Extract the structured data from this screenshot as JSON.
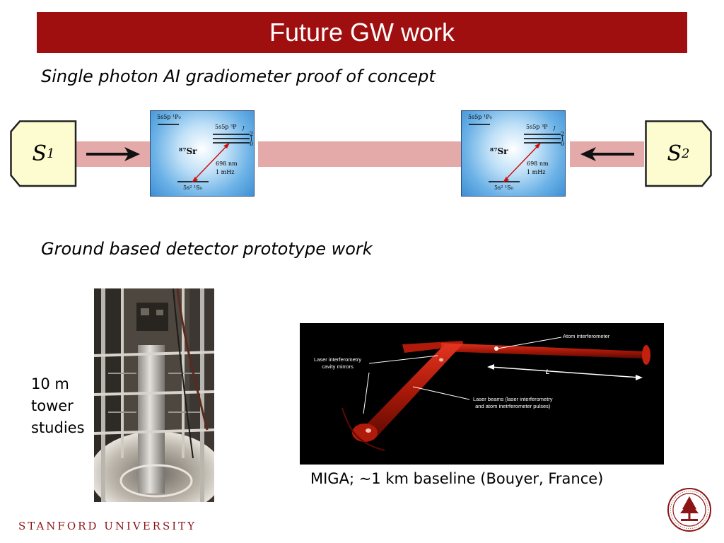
{
  "slide": {
    "title": "Future GW work",
    "subtitle_1": "Single photon AI gradiometer proof of concept",
    "subtitle_2": "Ground based detector prototype work"
  },
  "sources": {
    "left": {
      "letter": "S",
      "subscript": "1"
    },
    "right": {
      "letter": "S",
      "subscript": "2"
    }
  },
  "atom_diagram": {
    "upper_singlet": "5s5p ¹P₀",
    "triplet": "5s5p ³P",
    "triplet_j": "J",
    "sublevel_2": "2",
    "sublevel_1": "1",
    "sublevel_0": "0",
    "isotope": "⁸⁷Sr",
    "wavelength": "698 nm",
    "linewidth": "1 mHz",
    "ground": "5s² ¹S₀"
  },
  "tower": {
    "caption_line_1": "10 m",
    "caption_line_2": "tower",
    "caption_line_3": "studies"
  },
  "miga": {
    "label_atom_interferometer": "Atom interferometer",
    "label_cavity_line_1": "Laser interferometry",
    "label_cavity_line_2": "cavity mirrors",
    "label_L": "L",
    "label_beams_line_1": "Laser beams (laser interferometry",
    "label_beams_line_2": "and atom inetrferometer pulses)",
    "caption": "MIGA; ~1 km baseline (Bouyer, France)"
  },
  "footer": {
    "university": "STANFORD UNIVERSITY"
  },
  "colors": {
    "title_bar": "#a00f0f",
    "beam": "#e4a9a9",
    "source_box": "#fdfbd0",
    "atom_box_blue": "#3f8fd4",
    "footer_red": "#8c1515"
  }
}
